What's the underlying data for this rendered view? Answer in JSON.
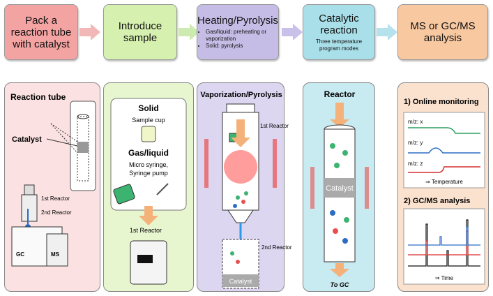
{
  "colors": {
    "step1": "#f4a3a3",
    "step2": "#d6f0b0",
    "step3": "#c6bde6",
    "step4": "#a9dfe9",
    "step5": "#f8c8a0",
    "arrow_red": "#f2b7b7",
    "arrow_green": "#cdebb0",
    "arrow_purple": "#c9c1ea",
    "arrow_blue": "#b5e2ec"
  },
  "steps": [
    {
      "title": "Pack a reaction tube with catalyst"
    },
    {
      "title": "Introduce sample"
    },
    {
      "title": "Heating/Pyrolysis",
      "bullets": [
        "Gas/liquid: preheating or vaporization",
        "Solid: pyrolysis"
      ]
    },
    {
      "title": "Catalytic reaction",
      "subtitle": "Three temperature program modes"
    },
    {
      "title": "MS or GC/MS analysis"
    }
  ],
  "panel1": {
    "title": "Reaction tube",
    "catalyst": "Catalyst",
    "reactor1": "1st  Reactor",
    "reactor2": "2nd  Reactor",
    "gc": "GC",
    "ms": "MS"
  },
  "panel2": {
    "solid": "Solid",
    "sample_cup": "Sample cup",
    "gas_liquid": "Gas/liquid",
    "micro_syringe": "Micro syringe,",
    "syringe_pump": "Syringe pump",
    "reactor1": "1st  Reactor"
  },
  "panel3": {
    "title": "Vaporization/Pyrolysis",
    "reactor1": "1st  Reactor",
    "reactor2": "2nd  Reactor",
    "catalyst": "Catalyst"
  },
  "panel4": {
    "title": "Reactor",
    "catalyst": "Catalyst",
    "to_gc": "To GC"
  },
  "panel5": {
    "online": "1) Online monitoring",
    "mz_x": "m/z: x",
    "mz_y": "m/z: y",
    "mz_z": "m/z: z",
    "temperature": "⇒ Temperature",
    "gcms": "2) GC/MS analysis",
    "time": "⇒ Time"
  }
}
